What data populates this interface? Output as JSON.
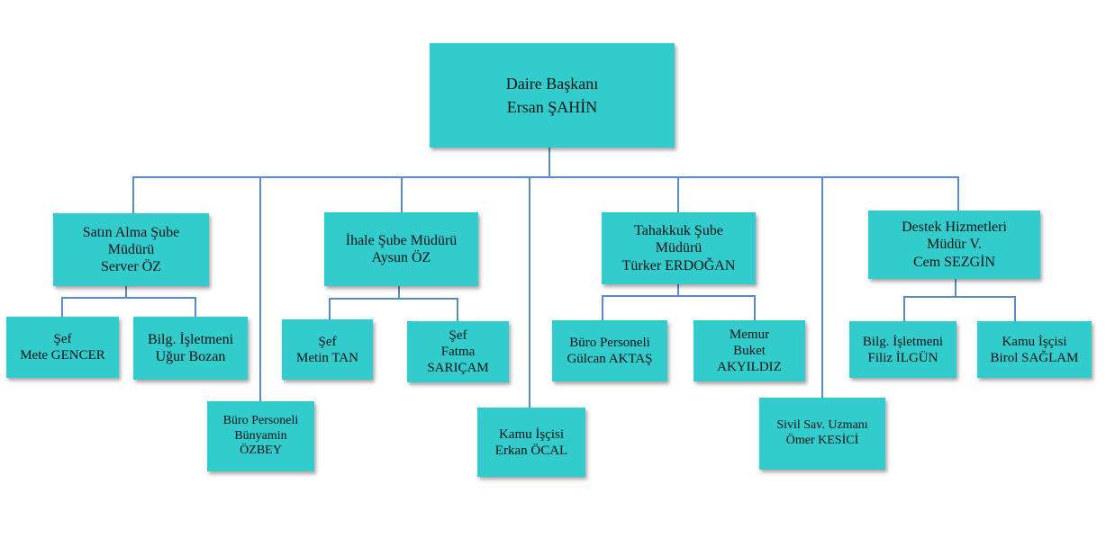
{
  "org_chart": {
    "head": {
      "title": "Daire Başkanı",
      "name": "Ersan ŞAHİN"
    },
    "units": [
      {
        "title": "Satın Alma Şube Müdürü",
        "title_lines": [
          "Satın Alma Şube",
          "Müdürü"
        ],
        "name": "Server ÖZ",
        "subordinates": [
          {
            "title": "Şef",
            "name": "Mete GENCER"
          },
          {
            "title": "Bilg. İşletmeni",
            "name": "Uğur Bozan"
          }
        ]
      },
      {
        "title": "İhale Şube Müdürü",
        "name": "Aysun ÖZ",
        "subordinates": [
          {
            "title": "Şef",
            "name": "Metin TAN"
          },
          {
            "title": "Şef",
            "name_lines": [
              "Fatma",
              "SARIÇAM"
            ]
          }
        ]
      },
      {
        "title": "Tahakkuk Şube Müdürü",
        "title_lines": [
          "Tahakkuk Şube",
          "Müdürü"
        ],
        "name": "Türker ERDOĞAN",
        "subordinates": [
          {
            "title": "Büro Personeli",
            "name": "Gülcan AKTAŞ"
          },
          {
            "title": "Memur",
            "name_lines": [
              "Buket",
              "AKYILDIZ"
            ]
          }
        ]
      },
      {
        "title": "Destek Hizmetleri Müdür V.",
        "title_lines": [
          "Destek Hizmetleri",
          "Müdür V."
        ],
        "name": "Cem SEZGİN",
        "subordinates": [
          {
            "title": "Bilg. İşletmeni",
            "name": "Filiz İLGÜN"
          },
          {
            "title": "Kamu İşçisi",
            "name": "Birol SAĞLAM"
          }
        ]
      }
    ],
    "direct_staff": [
      {
        "title": "Büro Personeli",
        "name_lines": [
          "Bünyamin",
          "ÖZBEY"
        ]
      },
      {
        "title": "Kamu İşçisi",
        "name": "Erkan ÖCAL"
      },
      {
        "title": "Sivil Sav. Uzmanı",
        "name": "Ömer KESİCİ"
      }
    ]
  }
}
